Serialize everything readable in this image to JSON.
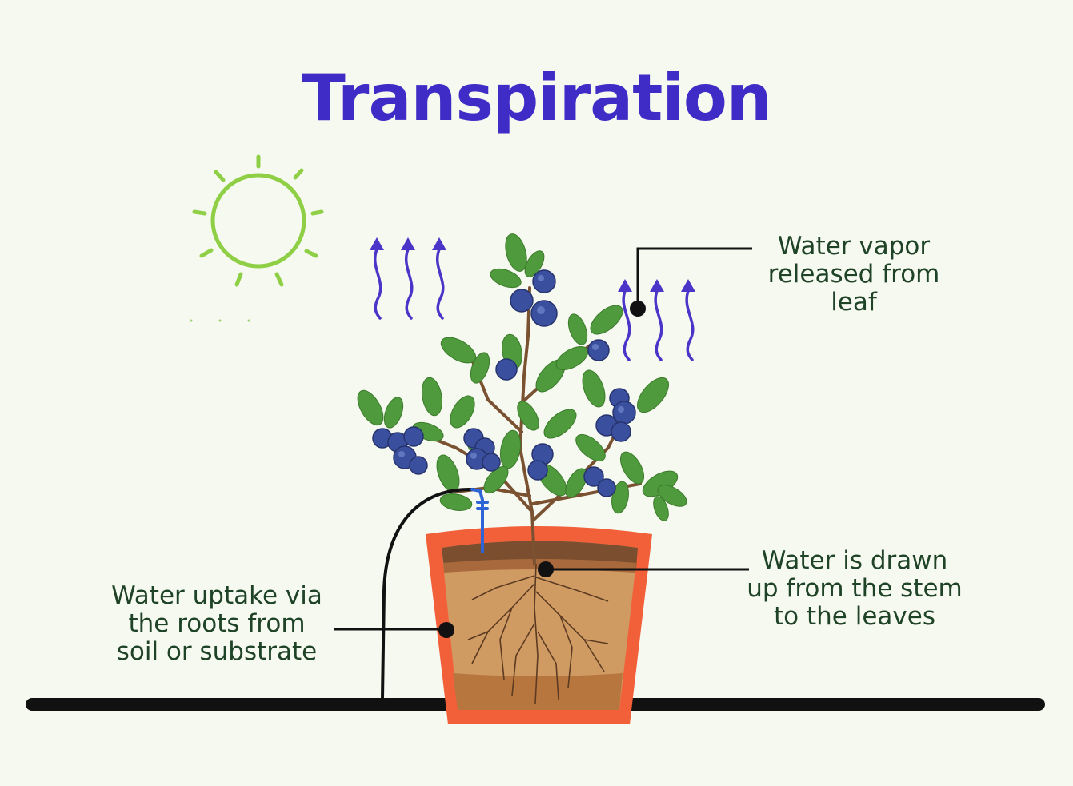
{
  "title": "Transpiration",
  "labels": {
    "vapor": "Water vapor\nreleased from\nleaf",
    "drawn_up": "Water is drawn\nup from the stem\nto the leaves",
    "uptake": "Water uptake via\nthe roots from\nsoil or substrate"
  },
  "colors": {
    "title": "#3f2bc6",
    "label_text": "#1f4327",
    "sun": "#8fcf45",
    "vapor_arrows": "#4a35c8",
    "pot": "#f2603a",
    "soil": "#cf9b63",
    "leaf": "#4f9a3c",
    "berry": "#3a4f9e",
    "ground_line": "#111111",
    "background": "#f6f9f0"
  },
  "icons": [
    "sun-icon",
    "vapor-arrow-icon",
    "blueberry-plant-icon",
    "pot-icon",
    "drip-emitter-icon"
  ]
}
